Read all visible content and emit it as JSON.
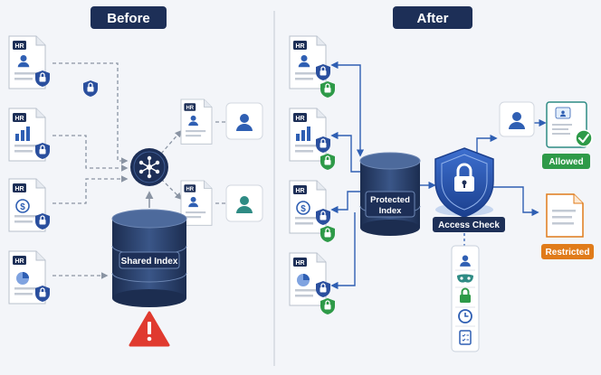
{
  "before": {
    "title": "Before",
    "index_label": "Shared Index",
    "doc_tags": [
      "HR",
      "HR",
      "HR",
      "HR"
    ],
    "result_tags": [
      "HR",
      "HR"
    ]
  },
  "after": {
    "title": "After",
    "index_label_line1": "Protected",
    "index_label_line2": "Index",
    "check_label": "Access Check",
    "doc_tags": [
      "HR",
      "HR",
      "HR",
      "HR"
    ],
    "allowed_label": "Allowed",
    "restricted_label": "Restricted"
  },
  "colors": {
    "navy": "#1d2f57",
    "blue": "#2f5fb3",
    "teal": "#2e8b84",
    "green": "#2e9a48",
    "orange": "#e07b1a",
    "red": "#e03a2f",
    "dash": "#8a94a3"
  },
  "icons": {
    "alert": "warning-triangle-icon",
    "lock": "lock-icon",
    "shield": "shield-lock-icon",
    "hub": "network-hub-icon",
    "attributes": [
      "user-icon",
      "mask-icon",
      "lock-icon",
      "clock-icon",
      "checklist-icon"
    ]
  }
}
